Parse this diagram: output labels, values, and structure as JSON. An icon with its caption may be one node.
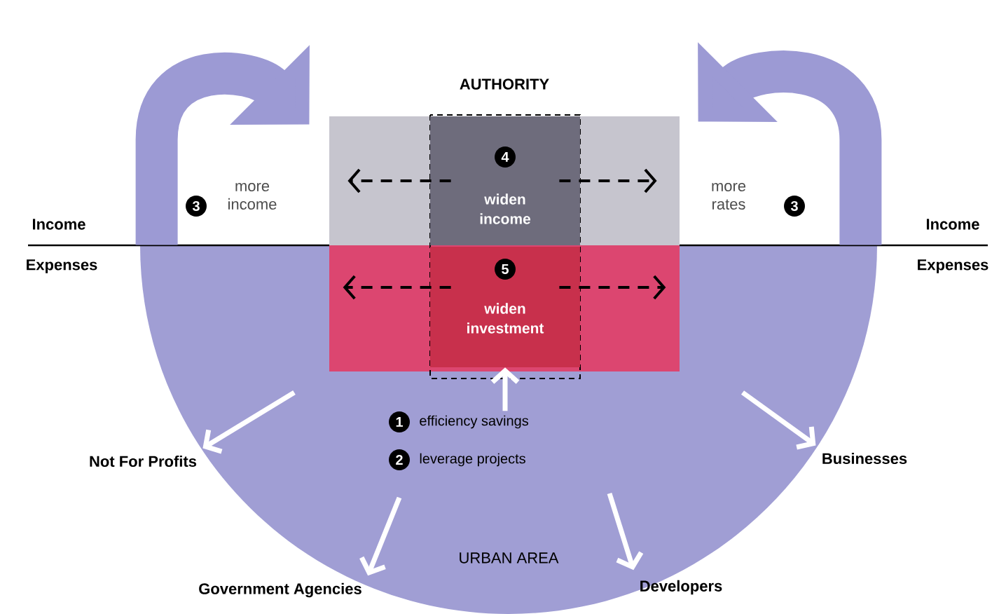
{
  "diagram": {
    "nodes": [
      {
        "text": [
          "URBAN AREA"
        ]
      },
      {
        "text": [
          "AUTHORITY"
        ]
      },
      {
        "text": [
          "4",
          "widen income"
        ],
        "in": 1
      },
      {
        "text": [
          "5",
          "widen investment"
        ]
      },
      {
        "text": [
          "3",
          "more income"
        ]
      },
      {
        "text": [
          "more rates",
          "3"
        ]
      },
      {
        "text": [
          "1",
          "efficiency savings"
        ],
        "in": 0
      },
      {
        "text": [
          "2",
          "leverage projects"
        ],
        "in": 0
      },
      {
        "text": [
          "Not For Profits"
        ]
      },
      {
        "text": [
          "Government Agencies"
        ]
      },
      {
        "text": [
          "Developers"
        ]
      },
      {
        "text": [
          "Businesses"
        ]
      }
    ],
    "edges": [
      {
        "from": 0,
        "to": 1,
        "arrow": "to",
        "style": "thick",
        "color": "#9c9ad4"
      },
      {
        "from": 0,
        "to": 1,
        "arrow": "to",
        "style": "thick",
        "color": "#9c9ad4"
      },
      {
        "from": 2,
        "to": 4,
        "arrow": "to",
        "style": "dashed",
        "color": "#000000"
      },
      {
        "from": 2,
        "to": 5,
        "arrow": "to",
        "style": "dashed",
        "color": "#000000"
      },
      {
        "from": 3,
        "to": 1,
        "arrow": "to",
        "style": "dashed",
        "color": "#000000"
      },
      {
        "from": 3,
        "to": 1,
        "arrow": "to",
        "style": "dashed",
        "color": "#000000"
      },
      {
        "from": 6,
        "to": 3,
        "arrow": "to",
        "color": "#ffffff"
      },
      {
        "from": null,
        "to": 8,
        "arrow": "to",
        "color": "#ffffff"
      },
      {
        "from": null,
        "to": 9,
        "arrow": "to",
        "color": "#ffffff"
      },
      {
        "from": null,
        "to": 10,
        "arrow": "to",
        "color": "#ffffff"
      },
      {
        "from": null,
        "to": 11,
        "arrow": "to",
        "color": "#ffffff"
      }
    ],
    "labels": [
      "Income",
      "Income",
      "Expenses",
      "Expenses"
    ]
  }
}
